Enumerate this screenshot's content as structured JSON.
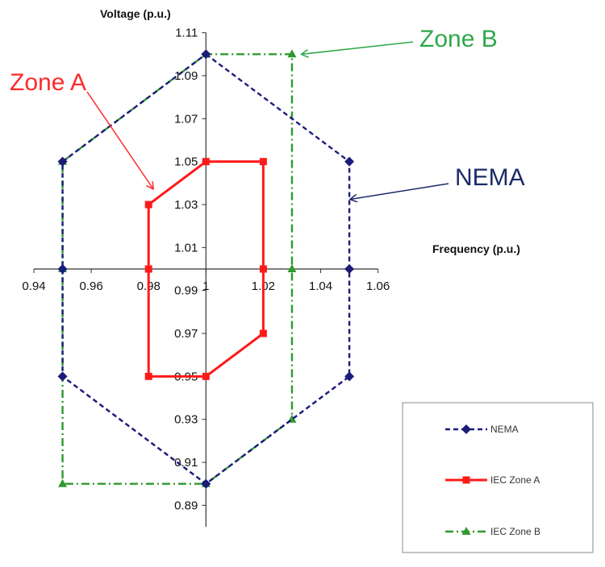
{
  "chart_data": {
    "type": "line",
    "xlabel": "Frequency (p.u.)",
    "ylabel": "Voltage (p.u.)",
    "xlim": [
      0.94,
      1.06
    ],
    "ylim": [
      0.88,
      1.11
    ],
    "x_ticks": [
      0.94,
      0.96,
      0.98,
      1.0,
      1.02,
      1.04,
      1.06
    ],
    "x_tick_labels": [
      "0.94",
      "0.96",
      "0.98",
      "1",
      "1.02",
      "1.04",
      "1.06"
    ],
    "y_ticks": [
      0.89,
      0.91,
      0.93,
      0.95,
      0.97,
      0.99,
      1.01,
      1.03,
      1.05,
      1.07,
      1.09,
      1.11
    ],
    "y_tick_labels": [
      "0.89",
      "0.91",
      "0.93",
      "0.95",
      "0.97",
      "0.99",
      "1.01",
      "1.03",
      "1.05",
      "1.07",
      "1.09",
      "1.11"
    ],
    "axis_crossing": {
      "x_axis_at_y": 1.0,
      "y_axis_at_x": 1.0
    },
    "grid": false,
    "legend_position": "bottom-right",
    "series": [
      {
        "name": "NEMA",
        "color": "#1b1b7a",
        "line_style": "dashed",
        "marker": "diamond",
        "points": [
          [
            1.0,
            1.1
          ],
          [
            1.05,
            1.05
          ],
          [
            1.05,
            1.0
          ],
          [
            1.05,
            0.95
          ],
          [
            1.0,
            0.9
          ],
          [
            0.95,
            0.95
          ],
          [
            0.95,
            1.0
          ],
          [
            0.95,
            1.05
          ],
          [
            1.0,
            1.1
          ]
        ]
      },
      {
        "name": "IEC Zone A",
        "color": "#ff1a1a",
        "line_style": "solid",
        "marker": "square",
        "points": [
          [
            0.98,
            1.03
          ],
          [
            1.0,
            1.05
          ],
          [
            1.02,
            1.05
          ],
          [
            1.02,
            1.0
          ],
          [
            1.02,
            0.97
          ],
          [
            1.0,
            0.95
          ],
          [
            0.98,
            0.95
          ],
          [
            0.98,
            1.0
          ],
          [
            0.98,
            1.03
          ]
        ]
      },
      {
        "name": "IEC Zone B",
        "color": "#2e9a2e",
        "line_style": "dashdot",
        "marker": "triangle",
        "points": [
          [
            0.95,
            1.05
          ],
          [
            1.0,
            1.1
          ],
          [
            1.03,
            1.1
          ],
          [
            1.03,
            1.0
          ],
          [
            1.03,
            0.93
          ],
          [
            1.0,
            0.9
          ],
          [
            0.95,
            0.9
          ],
          [
            0.95,
            1.0
          ],
          [
            0.95,
            1.05
          ]
        ]
      }
    ],
    "annotations": [
      {
        "text": "Zone A",
        "color": "#ff2a2a",
        "point_to": [
          0.9815,
          1.0375
        ]
      },
      {
        "text": "Zone B",
        "color": "#2ea84a",
        "point_to": [
          1.0335,
          1.1
        ]
      },
      {
        "text": "NEMA",
        "color": "#1a2a6a",
        "point_to": [
          1.0505,
          1.0325
        ]
      }
    ]
  }
}
